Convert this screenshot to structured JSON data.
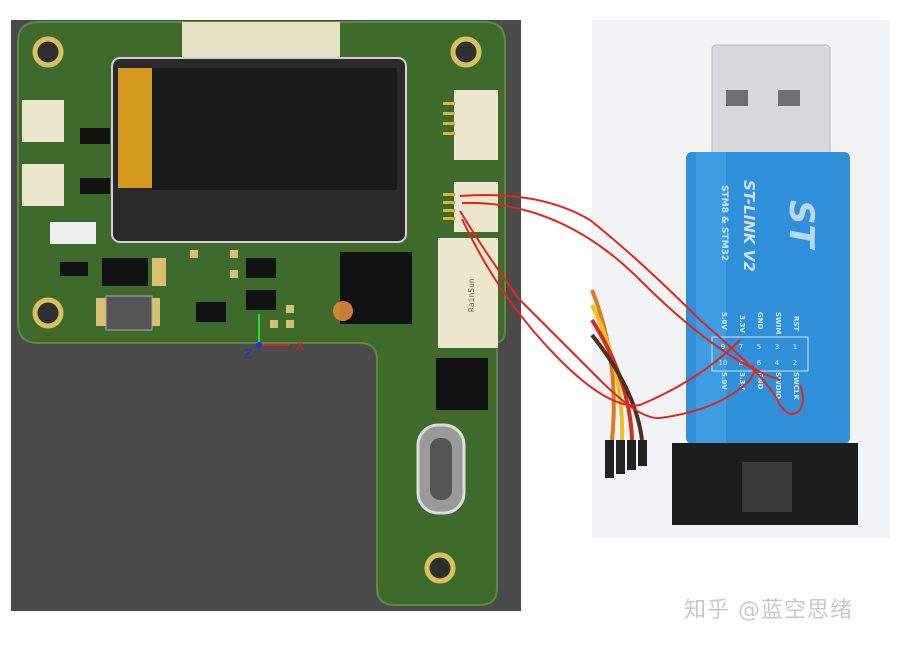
{
  "pcb": {
    "antenna_label": "RainSun",
    "axis_x": "X",
    "axis_z": "Z"
  },
  "stlink": {
    "title": "ST-LINK V2",
    "subtitle": "STM8 & STM32",
    "logo": "ST",
    "pins_left": [
      "RST",
      "SWIM",
      "GND",
      "3.3V",
      "5.0V"
    ],
    "pins_right": [
      "SWCLK",
      "SWDIO",
      "GND",
      "3.3V",
      "5.0V"
    ],
    "pin_numbers": [
      "1",
      "2",
      "3",
      "4",
      "5",
      "6",
      "7",
      "8",
      "9",
      "10"
    ]
  },
  "watermark": "知乎 @蓝空思绪",
  "colors": {
    "pcb_green": "#3e6a2b",
    "wire_red": "#e0261d",
    "stlink_blue": "#2f8fd8"
  }
}
